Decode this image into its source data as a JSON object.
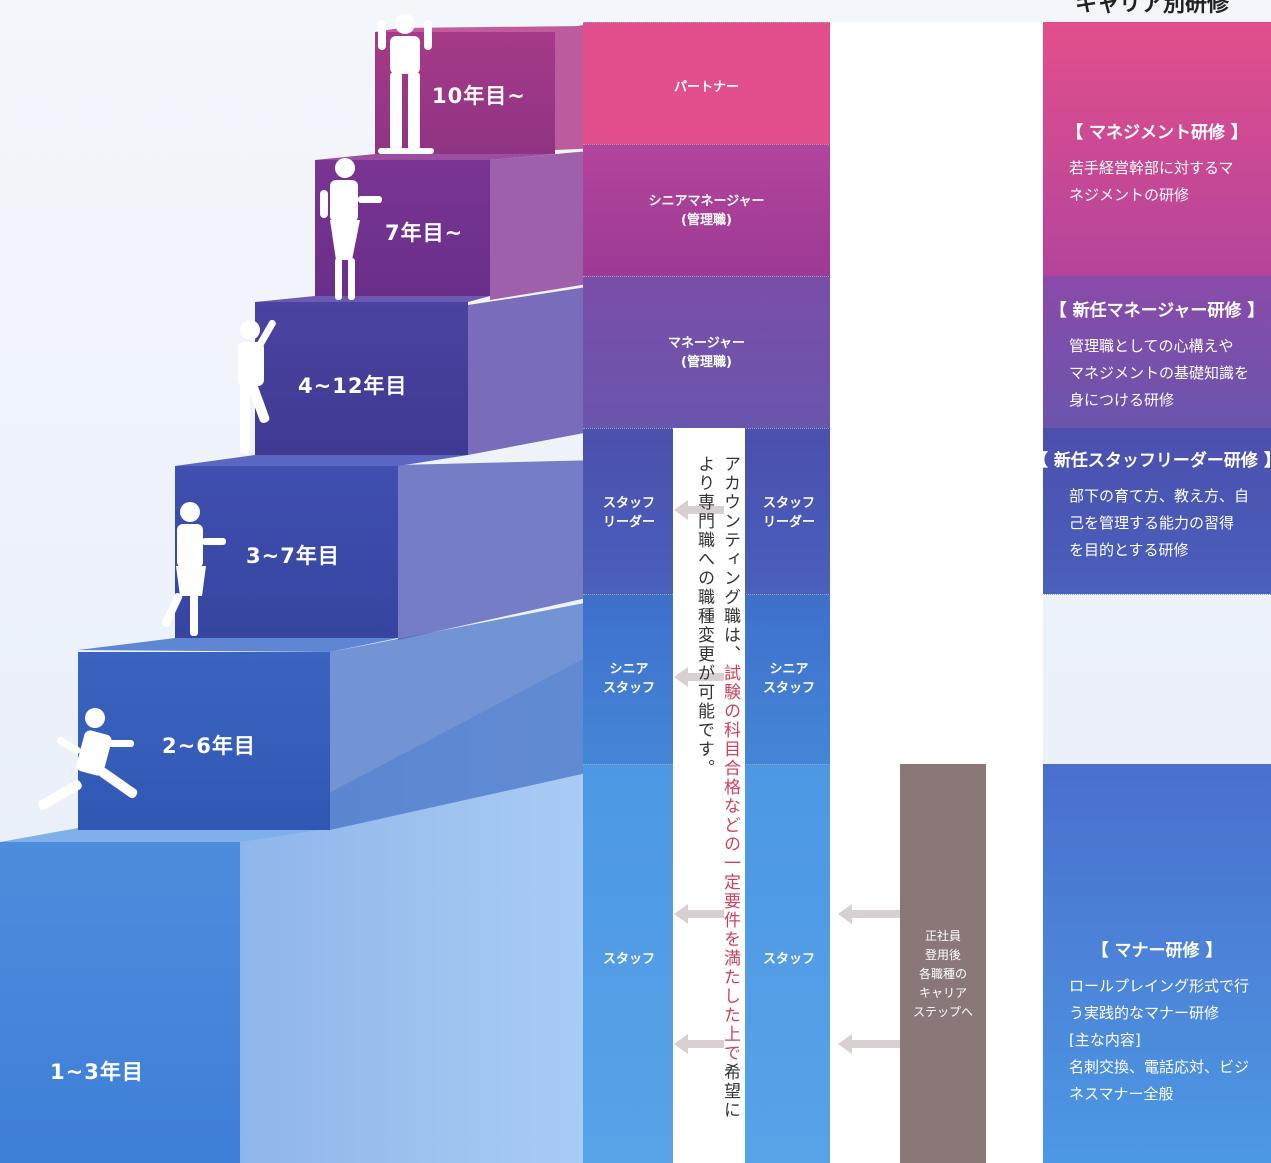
{
  "header_fragment": "キャリア別研修",
  "steps": [
    {
      "label": "10年目~"
    },
    {
      "label": "7年目~"
    },
    {
      "label": "4~12年目"
    },
    {
      "label": "3~7年目"
    },
    {
      "label": "2~6年目"
    },
    {
      "label": "1~3年目"
    }
  ],
  "positions": {
    "partner": "パートナー",
    "senior_manager": "シニアマネージャー\n(管理職)",
    "manager": "マネージャー\n(管理職)",
    "staff_leader": "スタッフ\nリーダー",
    "senior_staff": "シニア\nスタッフ",
    "staff": "スタッフ"
  },
  "accounting_note": {
    "part1": "アカウンティング職は、",
    "part2": "試験の科目合格などの一定要件を満たした上で",
    "part3": "希望により専門職への職種変更が可能です。"
  },
  "employee_note": "正社員\n登用後\n各職種の\nキャリア\nステップへ",
  "trainings": [
    {
      "title": "【 マネジメント研修 】",
      "desc": [
        "若手経営幹部に対するマ",
        "ネジメントの研修"
      ]
    },
    {
      "title": "【 新任マネージャー研修 】",
      "desc": [
        "管理職としての心構えや",
        "マネジメントの基礎知識を",
        "身につける研修"
      ]
    },
    {
      "title": "【 新任スタッフリーダー研修 】",
      "desc": [
        "部下の育て方、教え方、自",
        "己を管理する能力の習得",
        "を目的とする研修"
      ]
    },
    {
      "title": "【 マナー研修 】",
      "desc": [
        "ロールプレイング形式で行",
        "う実践的なマナー研修",
        "[主な内容]",
        "名刺交換、電話応対、ビジ",
        "ネスマナー全般"
      ]
    }
  ],
  "colors": {
    "partner": "#e14e8c",
    "senior_manager": "#a43a92",
    "manager": "#6e4ea6",
    "staff_leader": "#4654b0",
    "senior_staff": "#3e6cc8",
    "staff": "#4a96e2"
  }
}
